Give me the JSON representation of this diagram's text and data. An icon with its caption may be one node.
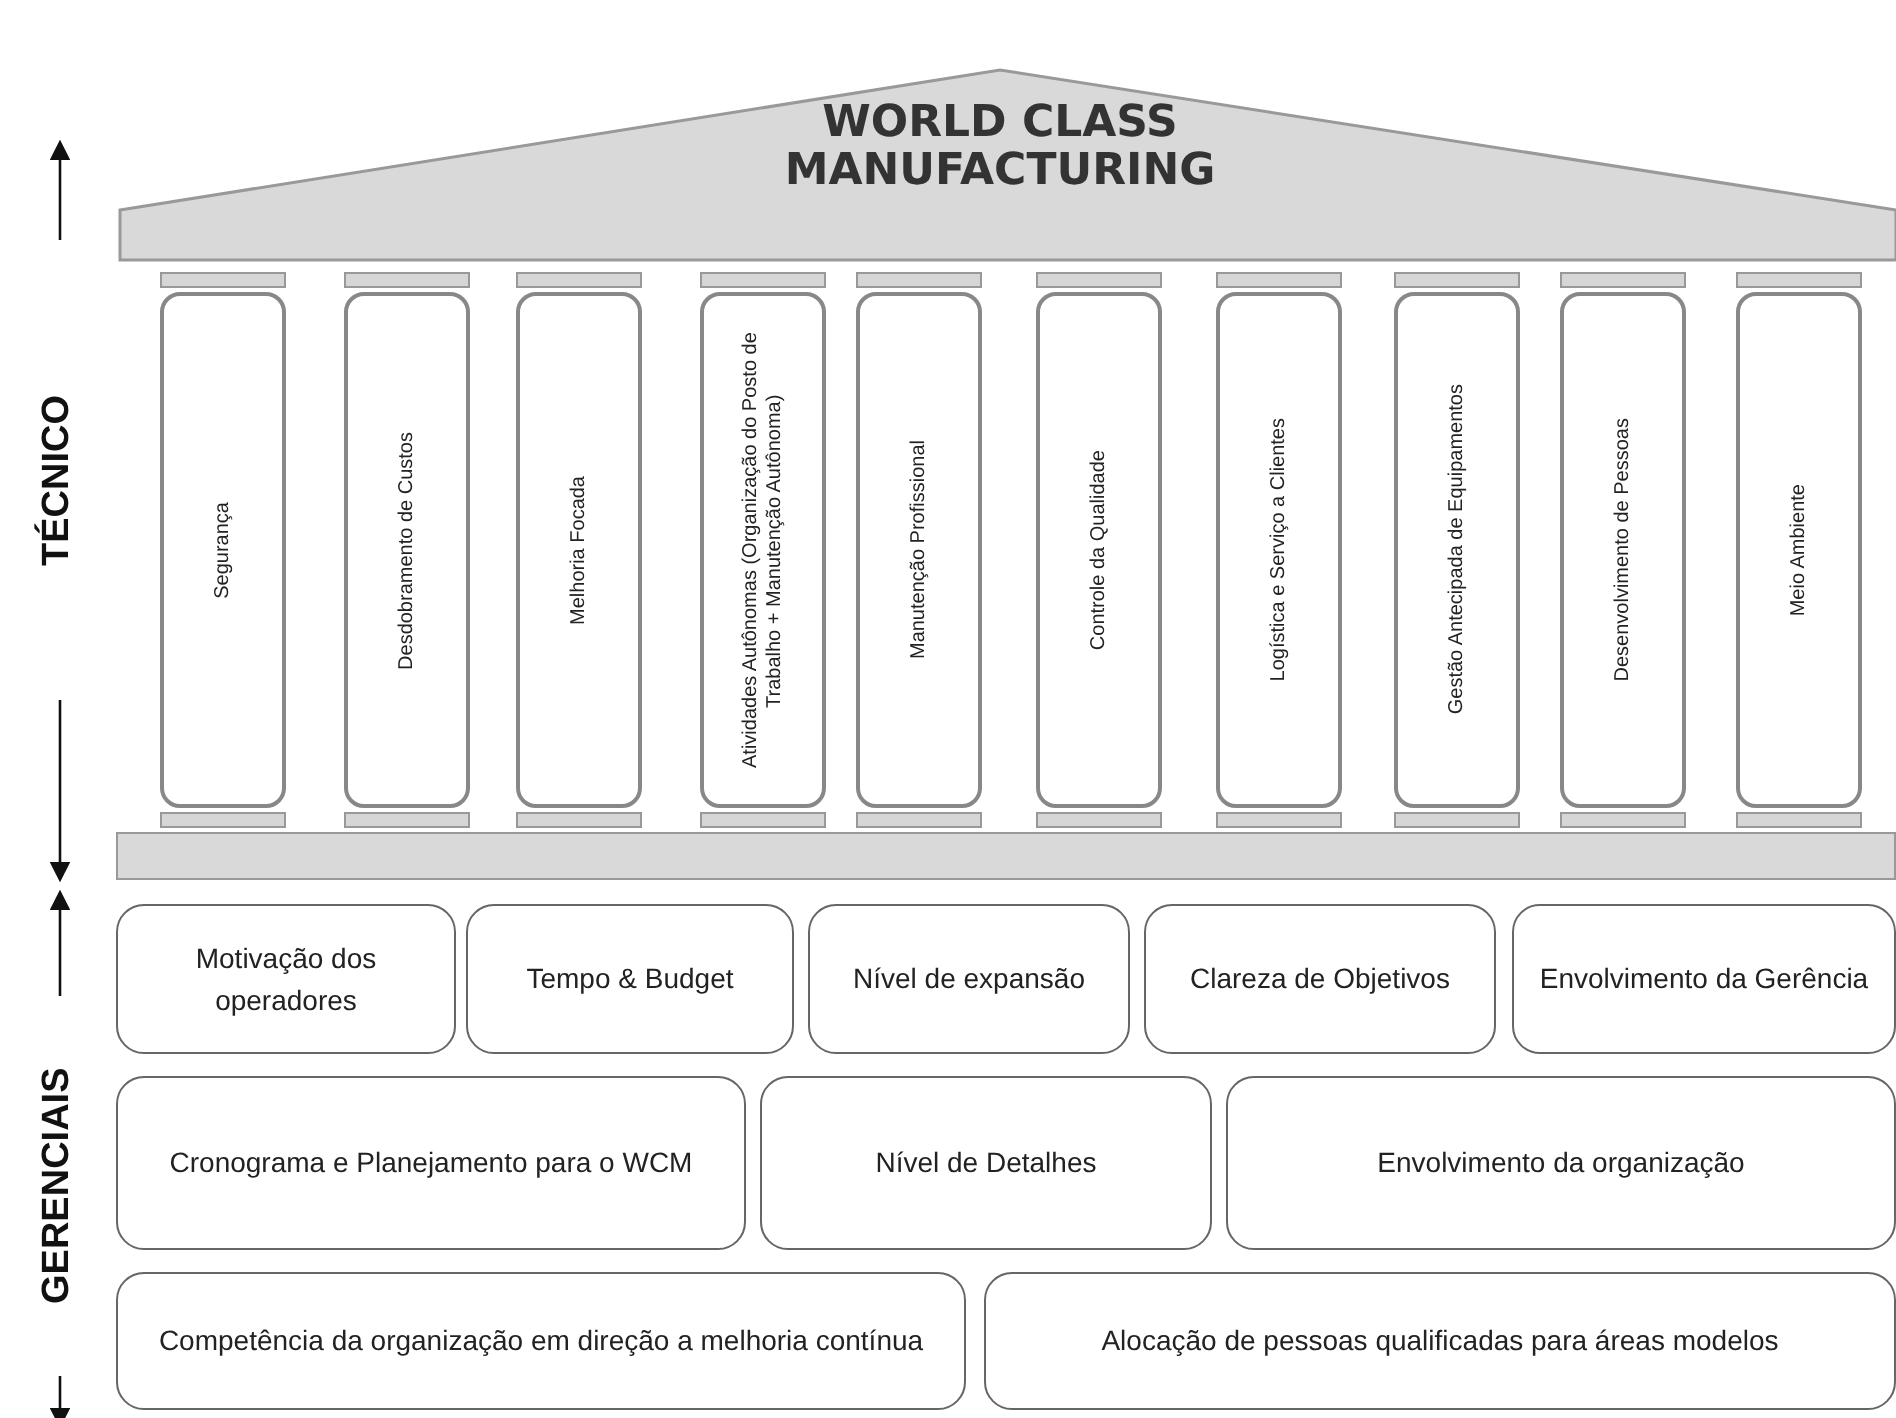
{
  "diagram": {
    "nodes": [
      {
        "text": [
          "WORLD CLASS MANUFACTURING"
        ]
      },
      {
        "text": [
          "Segurança"
        ]
      },
      {
        "text": [
          "Desdobramento de Custos"
        ]
      },
      {
        "text": [
          "Melhoria Focada"
        ]
      },
      {
        "text": [
          "Atividades Autônomas (Organização do Posto de Trabalho + Manutenção Autônoma)"
        ]
      },
      {
        "text": [
          "Manutenção Profissional"
        ]
      },
      {
        "text": [
          "Controle da Qualidade"
        ]
      },
      {
        "text": [
          "Logística e Serviço a Clientes"
        ]
      },
      {
        "text": [
          "Gestão Antecipada de Equipamentos"
        ]
      },
      {
        "text": [
          "Desenvolvimento de Pessoas"
        ]
      },
      {
        "text": [
          "Meio Ambiente"
        ]
      },
      {
        "text": [],
        "shape": "bar"
      },
      {
        "text": [
          "Motivação dos operadores"
        ]
      },
      {
        "text": [
          "Tempo & Budget"
        ]
      },
      {
        "text": [
          "Nível de expansão"
        ]
      },
      {
        "text": [
          "Clareza de Objetivos"
        ]
      },
      {
        "text": [
          "Envolvimento da Gerência"
        ]
      },
      {
        "text": [
          "Cronograma e Planejamento para o WCM"
        ]
      },
      {
        "text": [
          "Nível de Detalhes"
        ]
      },
      {
        "text": [
          "Envolvimento da organização"
        ]
      },
      {
        "text": [
          "Competência da organização em direção a melhoria contínua"
        ]
      },
      {
        "text": [
          "Alocação de pessoas qualificadas para áreas modelos"
        ]
      }
    ],
    "edges": [],
    "labels": [
      "TÉCNICO",
      "GERENCIAIS"
    ]
  }
}
